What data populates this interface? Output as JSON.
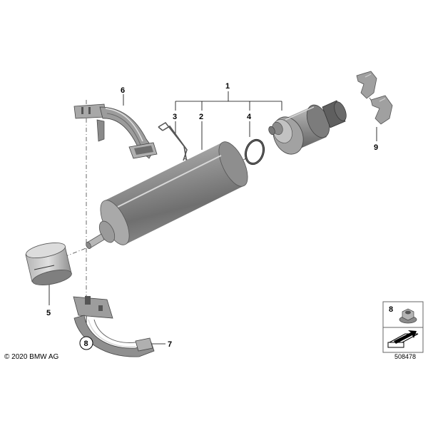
{
  "callouts": {
    "c1": "1",
    "c2": "2",
    "c3": "3",
    "c4": "4",
    "c5": "5",
    "c6": "6",
    "c7": "7",
    "c8": "8",
    "c8_box": "8",
    "c9": "9"
  },
  "footer": {
    "copyright": "© 2020 BMW AG",
    "diagram_id": "508478"
  }
}
